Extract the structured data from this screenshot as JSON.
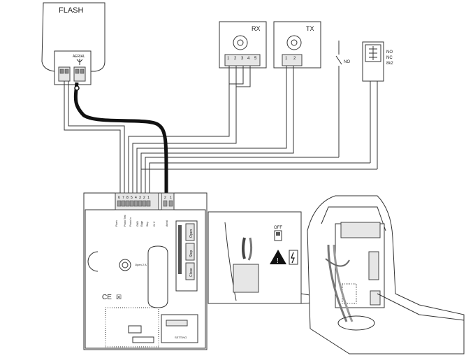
{
  "flash": {
    "label": "FLASH",
    "aerial_label": "AERIAL"
  },
  "rx": {
    "label": "RX",
    "terminals": [
      "1",
      "2",
      "3",
      "4",
      "5"
    ]
  },
  "tx": {
    "label": "TX",
    "terminals": [
      "1",
      "2"
    ]
  },
  "switch": {
    "label": "NO"
  },
  "safety_edge": {
    "labels": [
      "NO",
      "NC",
      "8k2"
    ]
  },
  "control_board": {
    "terminal_numbers": [
      "6",
      "7",
      "8",
      "5",
      "4",
      "3",
      "2",
      "1",
      "2",
      "1"
    ],
    "terminal_labels": [
      "Flash",
      "Photo Test",
      "Photo In",
      "GND",
      "Edge",
      "Step",
      "24 V",
      "Aerial"
    ],
    "key_label": "Open 2 A T",
    "buttons": [
      "Open",
      "Stop",
      "Close"
    ],
    "module_label": "SETTING",
    "marks": [
      "CE",
      "☒"
    ]
  },
  "inset": {
    "switch_label": "OFF"
  }
}
